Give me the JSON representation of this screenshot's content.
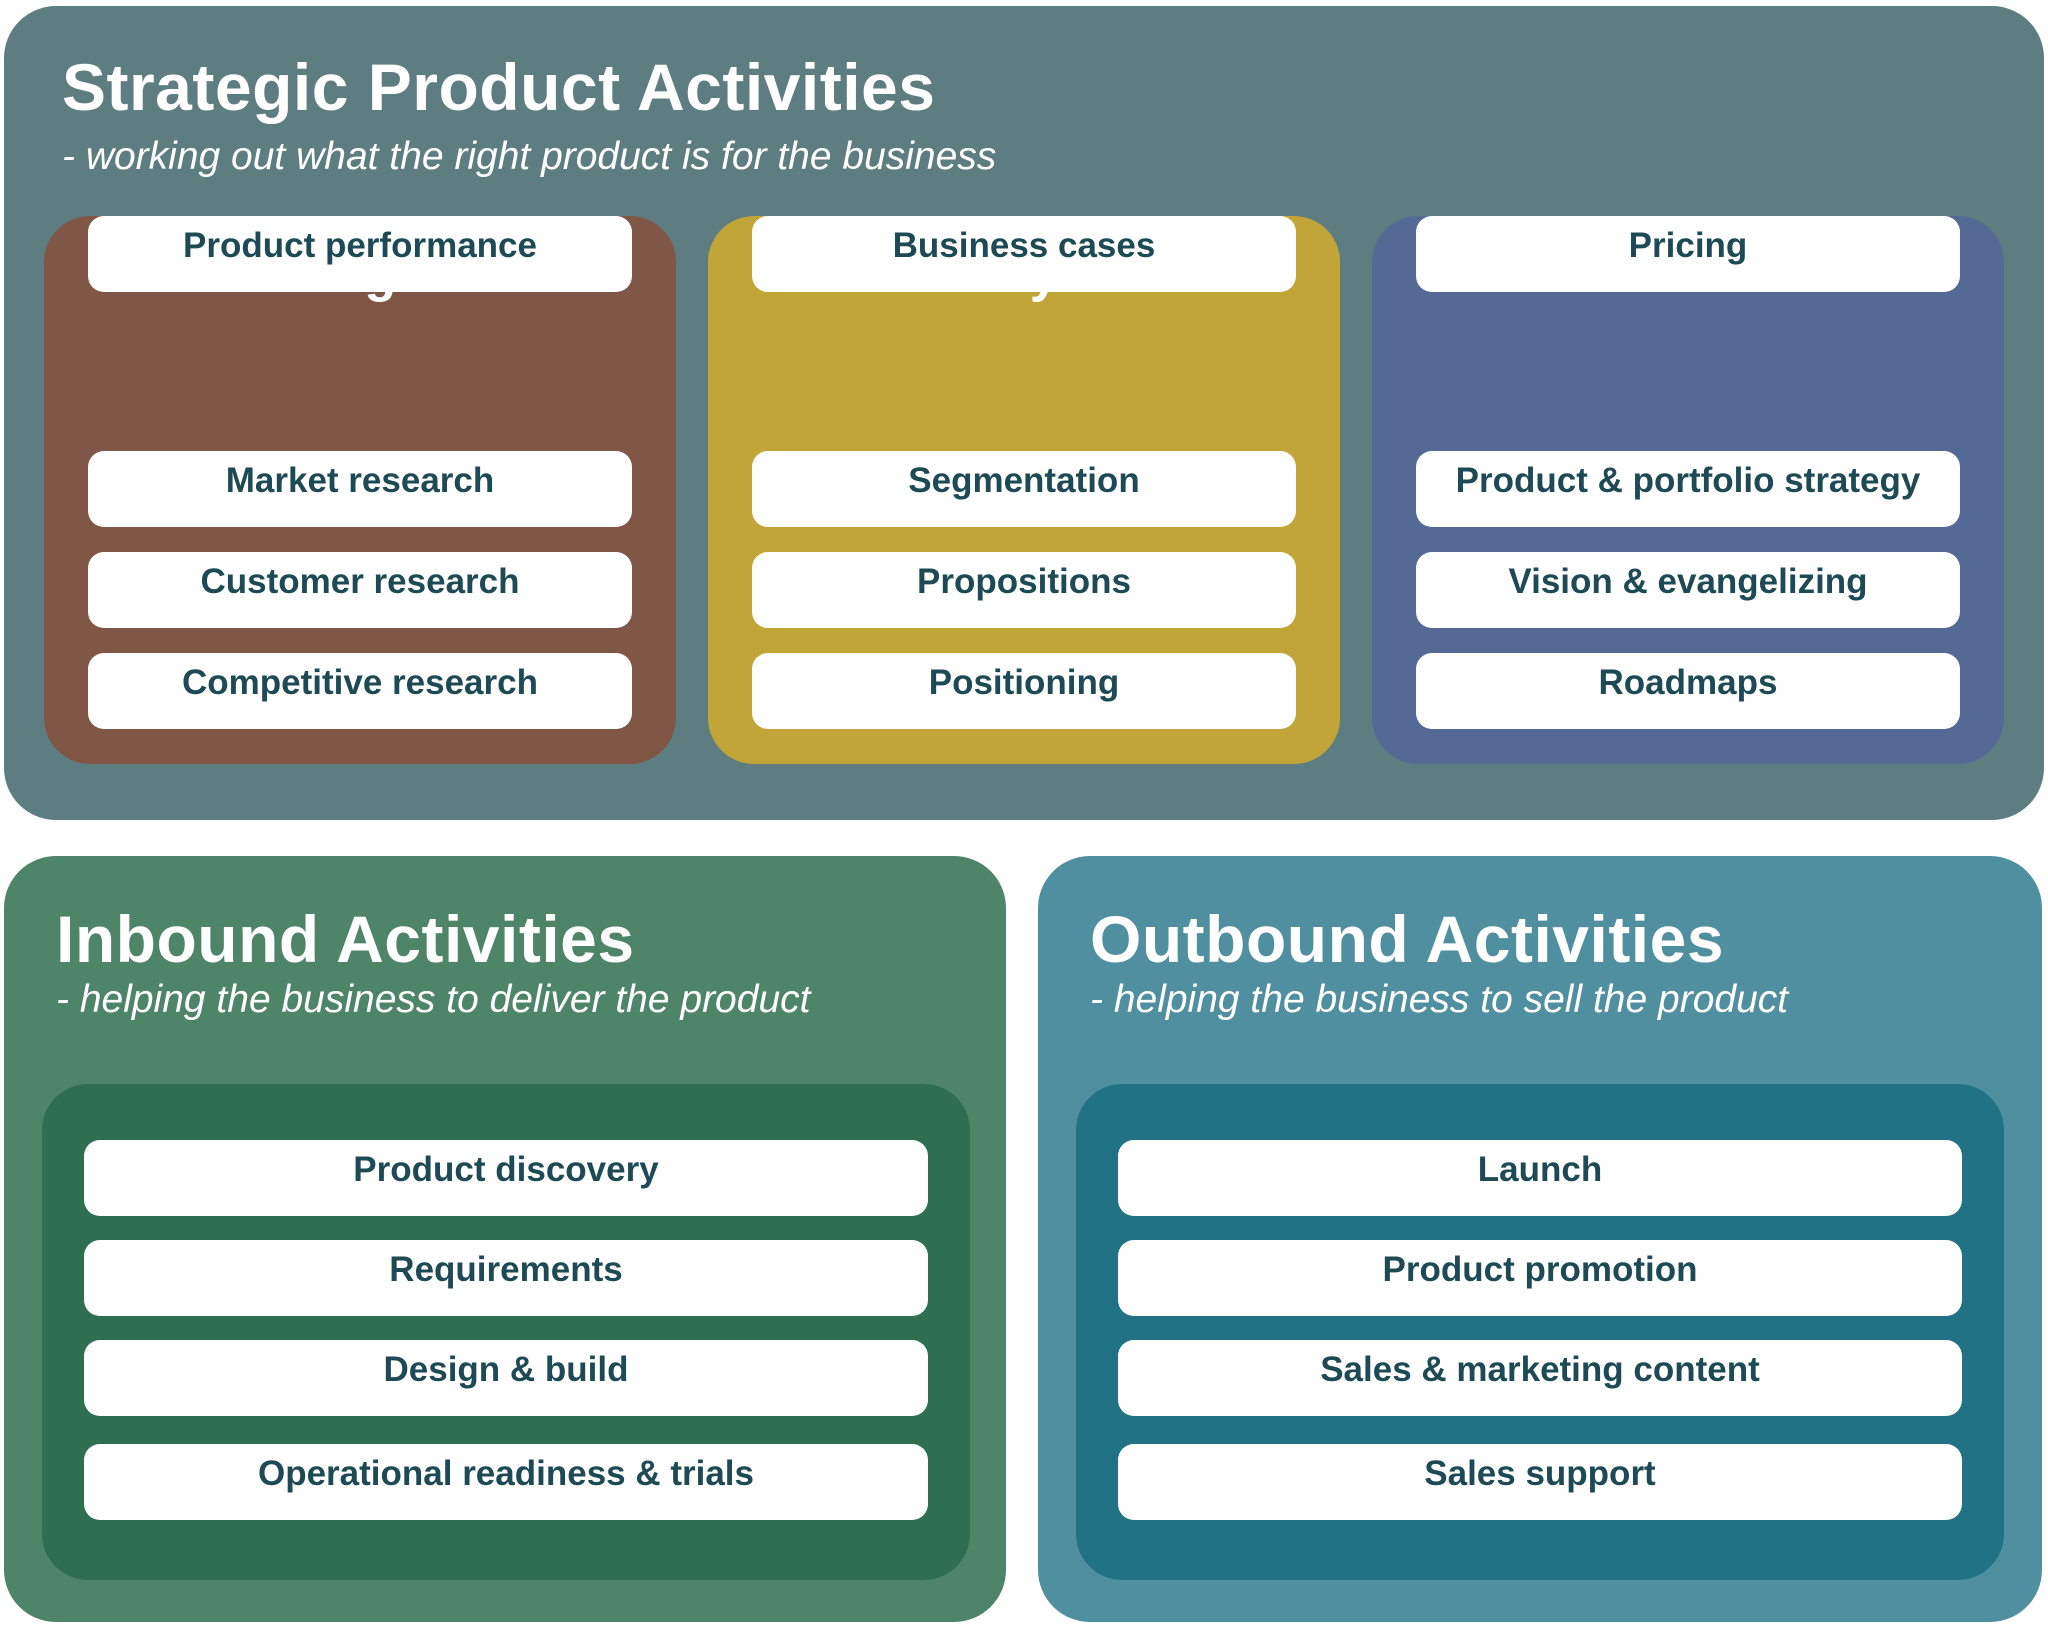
{
  "strategic": {
    "title": "Strategic Product Activities",
    "subtitle": "- working out what the right product is for the business",
    "color": "#5e7d81",
    "groups": [
      {
        "title": "Insight",
        "color": "#805646",
        "items": [
          "Market research",
          "Customer research",
          "Competitive research",
          "Product performance"
        ]
      },
      {
        "title": "Analysis",
        "color": "#c2a538",
        "items": [
          "Segmentation",
          "Propositions",
          "Positioning",
          "Business cases"
        ]
      },
      {
        "title": "Direction",
        "color": "#546a95",
        "items": [
          "Product & portfolio strategy",
          "Vision & evangelizing",
          "Roadmaps",
          "Pricing"
        ]
      }
    ]
  },
  "inbound": {
    "title": "Inbound Activities",
    "subtitle": "- helping the business to deliver the product",
    "color": "#4e8468",
    "inner_color": "#2f6f51",
    "items": [
      "Product discovery",
      "Requirements",
      "Design & build",
      "Operational readiness & trials"
    ]
  },
  "outbound": {
    "title": "Outbound Activities",
    "subtitle": "- helping the business to sell the product",
    "color": "#4f8f9f",
    "inner_color": "#217285",
    "items": [
      "Launch",
      "Product promotion",
      "Sales & marketing content",
      "Sales support"
    ]
  },
  "item_text_color": "#1d4a55"
}
